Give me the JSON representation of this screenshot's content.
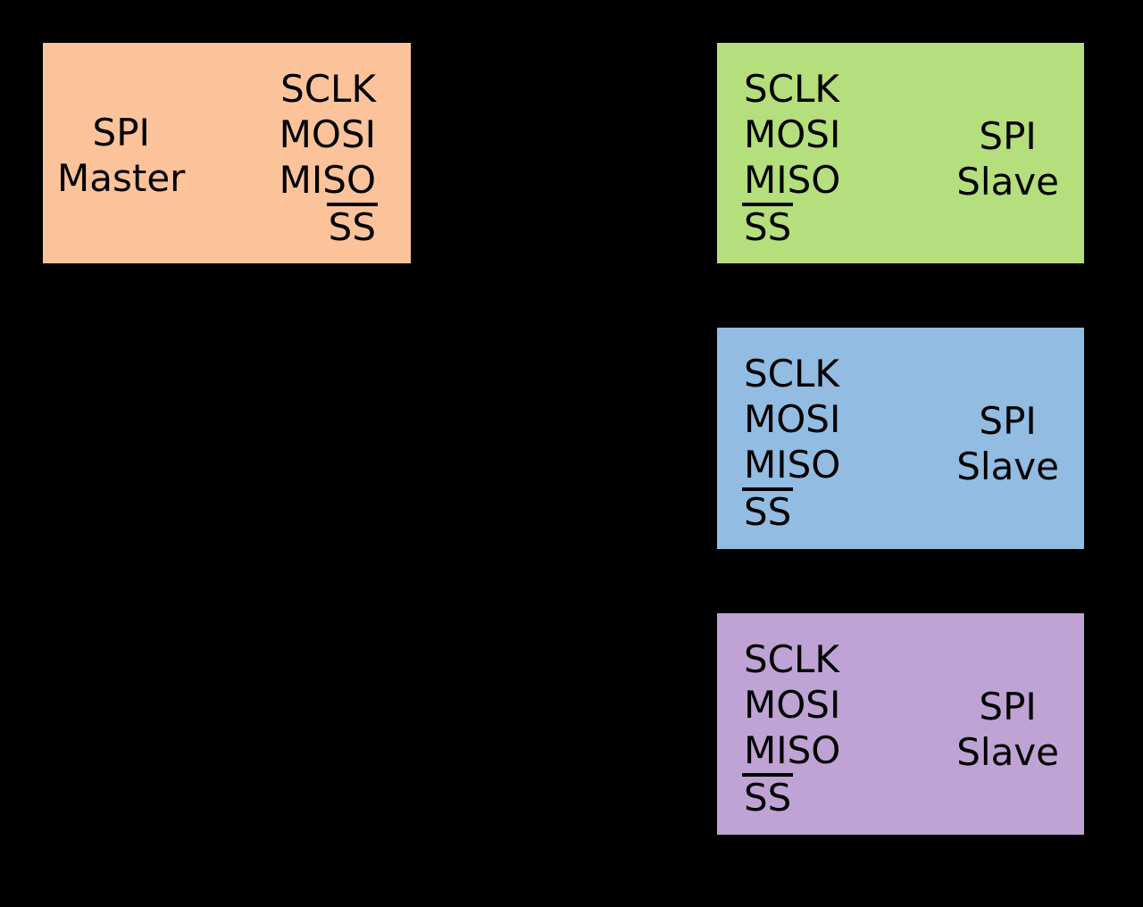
{
  "canvas": {
    "background": "#000000",
    "text_color": "#000000"
  },
  "master": {
    "title_line1": "SPI",
    "title_line2": "Master",
    "pins": [
      "SCLK",
      "MOSI",
      "MISO",
      "SS"
    ],
    "ss_overline": true,
    "fill": "#FCC39B"
  },
  "slaves": [
    {
      "title_line1": "SPI",
      "title_line2": "Slave",
      "pins": [
        "SCLK",
        "MOSI",
        "MISO",
        "SS"
      ],
      "ss_overline": true,
      "fill": "#B5DE7C"
    },
    {
      "title_line1": "SPI",
      "title_line2": "Slave",
      "pins": [
        "SCLK",
        "MOSI",
        "MISO",
        "SS"
      ],
      "ss_overline": true,
      "fill": "#92BCE1"
    },
    {
      "title_line1": "SPI",
      "title_2_note": "",
      "title_line2": "Slave",
      "pins": [
        "SCLK",
        "MOSI",
        "MISO",
        "SS"
      ],
      "ss_overline": true,
      "fill": "#BEA3D4"
    }
  ]
}
